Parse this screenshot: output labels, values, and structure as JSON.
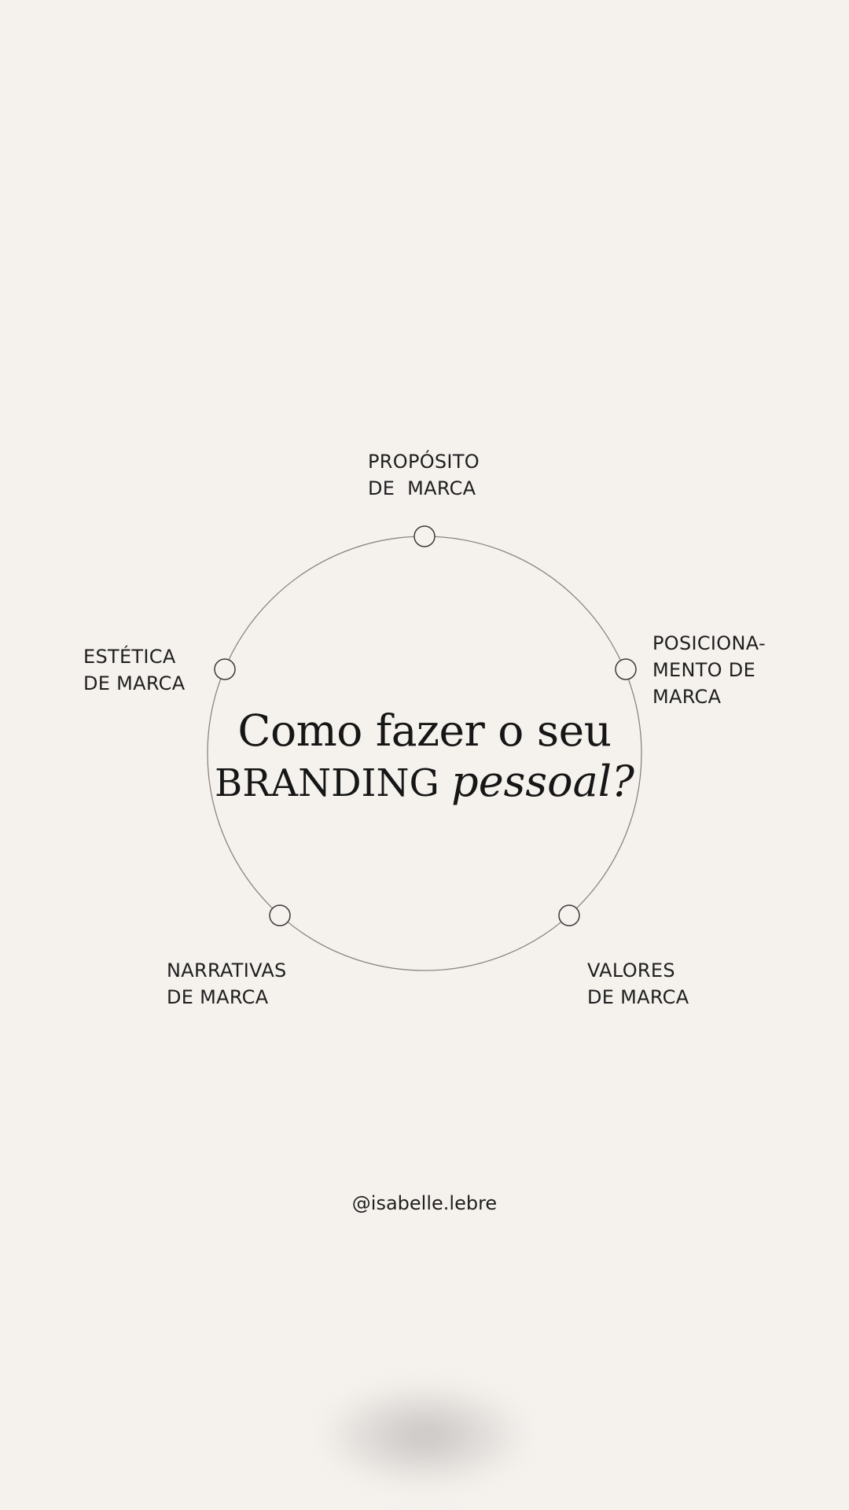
{
  "diagram": {
    "nodes": [
      {
        "id": "proposito",
        "label": "PROPÓSITO\nDE  MARCA"
      },
      {
        "id": "posicionamento",
        "label": "POSICIONA-\nMENTO DE\nMARCA"
      },
      {
        "id": "valores",
        "label": "VALORES\nDE MARCA"
      },
      {
        "id": "narrativas",
        "label": "NARRATIVAS\nDE MARCA"
      },
      {
        "id": "estetica",
        "label": "ESTÉTICA\nDE MARCA"
      }
    ],
    "center_title": {
      "line1": "Como fazer o seu",
      "line2_plain": "BRANDING",
      "line2_italic": "pessoal?"
    }
  },
  "footer": {
    "handle": "@isabelle.lebre"
  },
  "colors": {
    "background": "#f5f2ee",
    "ink": "#1f1f1f",
    "ring": "#8a8582"
  }
}
